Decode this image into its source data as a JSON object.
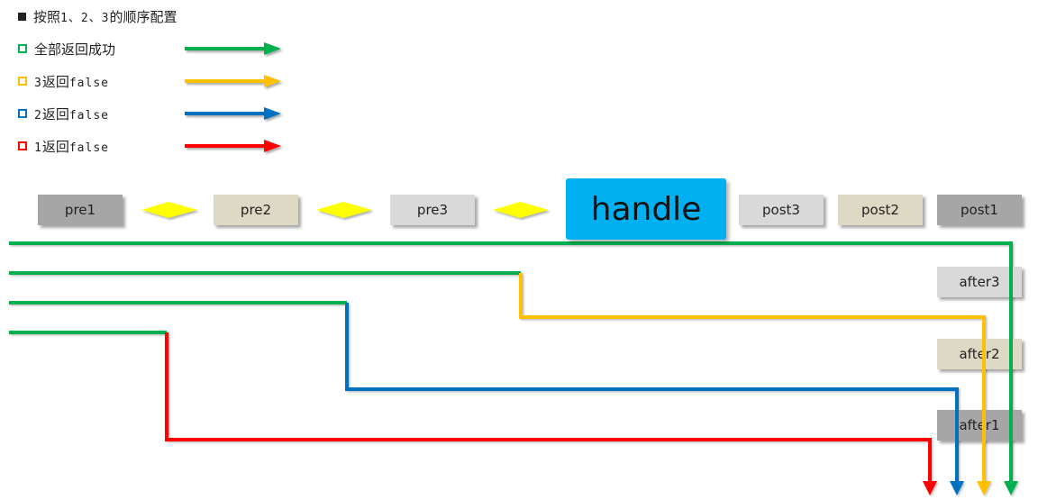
{
  "legend": {
    "items": [
      {
        "id": "order",
        "text_cn": "按照",
        "text_mono": "1、2、3",
        "text_cn2": "的顺序配置",
        "marker": "filled",
        "color": "#222222",
        "arrow": false
      },
      {
        "id": "all-success",
        "text_cn": "全部返回成功",
        "text_mono": "",
        "text_cn2": "",
        "marker": "outline",
        "color": "#00b050",
        "arrow": true
      },
      {
        "id": "three-false",
        "text_mono_pre": "3",
        "text_cn": "返回",
        "text_mono": "false",
        "text_cn2": "",
        "marker": "outline",
        "color": "#ffc000",
        "arrow": true
      },
      {
        "id": "two-false",
        "text_mono_pre": "2",
        "text_cn": "返回",
        "text_mono": "false",
        "text_cn2": "",
        "marker": "outline",
        "color": "#0070c0",
        "arrow": true
      },
      {
        "id": "one-false",
        "text_mono_pre": "1",
        "text_cn": "返回",
        "text_mono": "false",
        "text_cn2": "",
        "marker": "outline",
        "color": "#ff0000",
        "arrow": true
      }
    ]
  },
  "boxes": {
    "pre1": "pre1",
    "pre2": "pre2",
    "pre3": "pre3",
    "handle": "handle",
    "post3": "post3",
    "post2": "post2",
    "post1": "post1",
    "after3": "after3",
    "after2": "after2",
    "after1": "after1"
  },
  "colors": {
    "green": "#00b050",
    "yellow": "#ffc000",
    "blue": "#0070c0",
    "red": "#ff0000",
    "handle_bg": "#00b0f0",
    "gray_dark": "#a6a6a6",
    "gray_light": "#d9d9d9",
    "tan": "#ddd9c4",
    "diamond": "#ffff00"
  }
}
